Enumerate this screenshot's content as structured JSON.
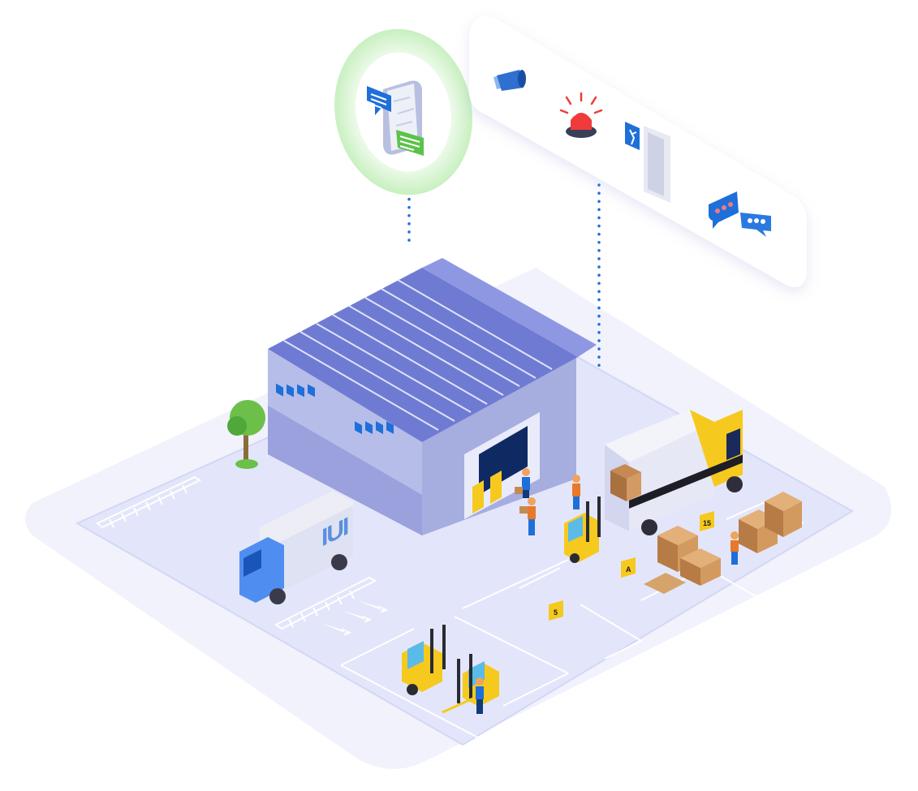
{
  "truck_logo": "IUI",
  "ground_markers": {
    "dock_number": "15",
    "zone_letter": "A",
    "bay_number": "5"
  },
  "alert_panel": {
    "icons": [
      "megaphone-icon",
      "siren-icon",
      "emergency-exit-icon",
      "chat-bubbles-icon"
    ]
  },
  "device_bubble": {
    "icons": [
      "phone-map-icon",
      "blue-message-icon",
      "green-message-icon"
    ]
  },
  "colors": {
    "ground": "#e8eafb",
    "warehouse_wall": "#a9b0e6",
    "roof": "#6f7bd3",
    "accent_blue": "#1e6fd9",
    "accent_green": "#5bc24a",
    "forklift_yellow": "#f6c91e",
    "alarm_red": "#ef3b3b"
  }
}
